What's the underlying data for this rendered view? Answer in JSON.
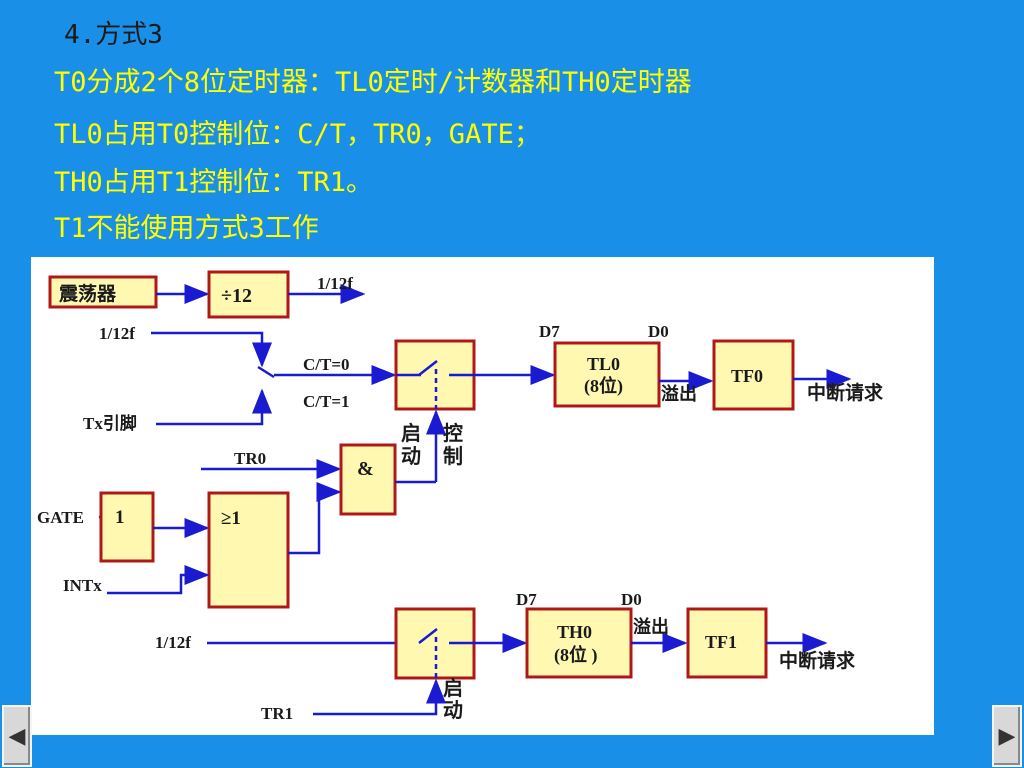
{
  "heading": "4.方式3",
  "lines": [
    "T0分成2个8位定时器：TL0定时/计数器和TH0定时器",
    "TL0占用T0控制位：C/T，TR0，GATE；",
    "TH0占用T1控制位：TR1。",
    "T1不能使用方式3工作"
  ],
  "diagram": {
    "oscillator": "震荡器",
    "divider": "÷12",
    "out_freq": "1/12f",
    "in_freq_top": "1/12f",
    "ct0": "C/T=0",
    "ct1": "C/T=1",
    "tx_pin": "Tx引脚",
    "d7_top": "D7",
    "d0_top": "D0",
    "tl0_line1": "TL0",
    "tl0_line2": "(8位)",
    "overflow_top": "溢出",
    "tf0": "TF0",
    "irq_top": "中断请求",
    "start_ctl_1": "启",
    "start_ctl_2": "动",
    "ctrl_1": "控",
    "ctrl_2": "制",
    "tr0": "TR0",
    "and_gate": "&",
    "gate": "GATE",
    "not_gate": "1",
    "or_gate": "≥1",
    "intx": "INTx",
    "in_freq_bottom": "1/12f",
    "d7_bottom": "D7",
    "d0_bottom": "D0",
    "th0_line1": "TH0",
    "th0_line2": "(8位 )",
    "overflow_bottom": "溢出",
    "tf1": "TF1",
    "irq_bottom": "中断请求",
    "start_bottom_1": "启",
    "start_bottom_2": "动",
    "tr1": "TR1"
  },
  "nav": {
    "prev": "◀",
    "next": "▶"
  }
}
